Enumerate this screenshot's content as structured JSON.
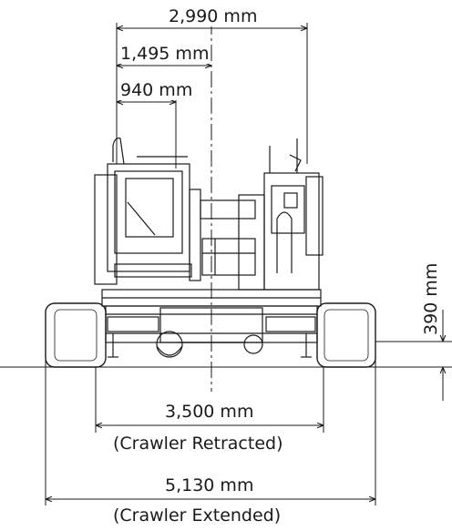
{
  "dimensions": {
    "overall_width": "2,990 mm",
    "half_width": "1,495 mm",
    "offset_width": "940 mm",
    "ground_clearance": "390 mm",
    "crawler_retracted_width": "3,500 mm",
    "crawler_retracted_caption": "(Crawler Retracted)",
    "crawler_extended_width": "5,130 mm",
    "crawler_extended_caption": "(Crawler Extended)"
  },
  "colors": {
    "line": "#1a1a1a",
    "background": "#ffffff"
  }
}
